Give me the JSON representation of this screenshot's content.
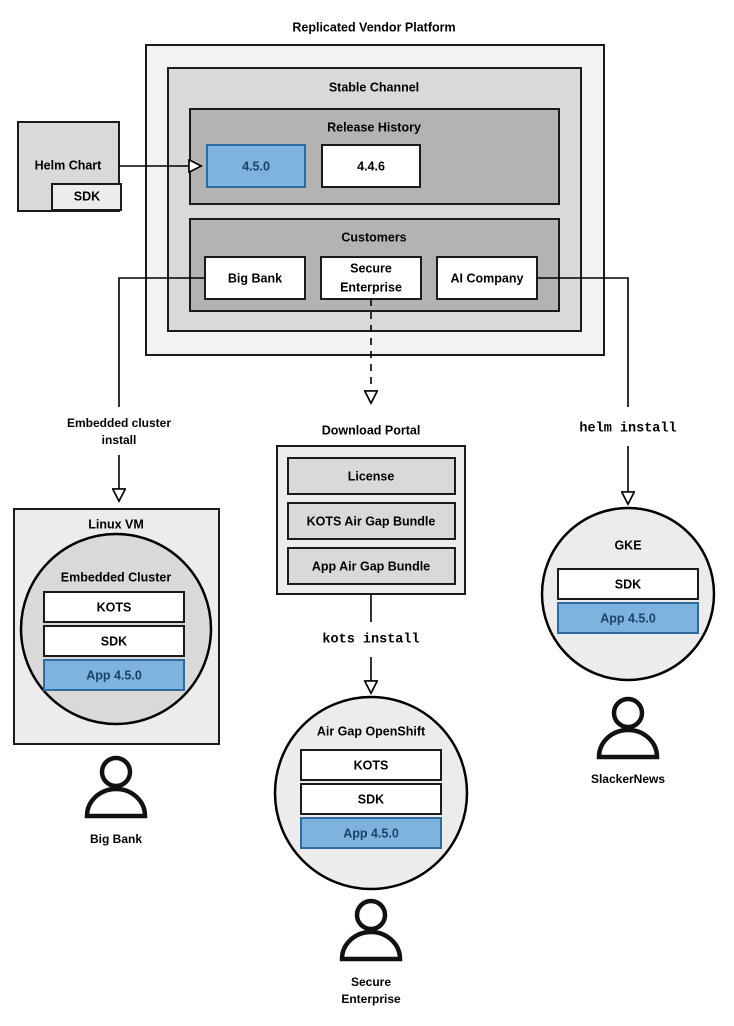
{
  "diagram": {
    "title": "Replicated Vendor Platform",
    "platform": {
      "channel_label": "Stable Channel",
      "release_history": {
        "label": "Release History",
        "releases": [
          {
            "version": "4.5.0",
            "highlighted": true
          },
          {
            "version": "4.4.6",
            "highlighted": false
          }
        ]
      },
      "customers": {
        "label": "Customers",
        "items": [
          "Big Bank",
          "Secure\nEnterprise",
          "AI Company"
        ]
      }
    },
    "helm_chart": {
      "label": "Helm Chart",
      "sdk_label": "SDK"
    },
    "edge_labels": {
      "embedded_install_line1": "Embedded cluster",
      "embedded_install_line2": "install",
      "kots_install": "kots install",
      "helm_install": "helm install"
    },
    "download_portal": {
      "label": "Download Portal",
      "items": [
        "License",
        "KOTS Air Gap Bundle",
        "App Air Gap Bundle"
      ]
    },
    "targets": [
      {
        "name": "linux-vm",
        "outer_label": "Linux VM",
        "inner_label": "Embedded Cluster",
        "components": [
          {
            "label": "KOTS",
            "highlighted": false
          },
          {
            "label": "SDK",
            "highlighted": false
          },
          {
            "label": "App 4.5.0",
            "highlighted": true
          }
        ],
        "actor": "Big Bank"
      },
      {
        "name": "air-gap-openshift",
        "outer_label": "Air Gap OpenShift",
        "components": [
          {
            "label": "KOTS",
            "highlighted": false
          },
          {
            "label": "SDK",
            "highlighted": false
          },
          {
            "label": "App 4.5.0",
            "highlighted": true
          }
        ],
        "actor_line1": "Secure",
        "actor_line2": "Enterprise"
      },
      {
        "name": "gke",
        "outer_label": "GKE",
        "components": [
          {
            "label": "SDK",
            "highlighted": false
          },
          {
            "label": "App 4.5.0",
            "highlighted": true
          }
        ],
        "actor": "SlackerNews"
      }
    ],
    "colors": {
      "highlight_fill": "#7eb3dd",
      "highlight_stroke": "#2d6ca2",
      "highlight_text": "#17436b",
      "outer_fill": "#f2f2f2",
      "channel_fill": "#d9d9d9",
      "group_fill": "#b3b3b3",
      "circle_fill": "#ececec",
      "cluster_fill": "#d9d9d9",
      "stroke": "#1a1a1a"
    }
  }
}
